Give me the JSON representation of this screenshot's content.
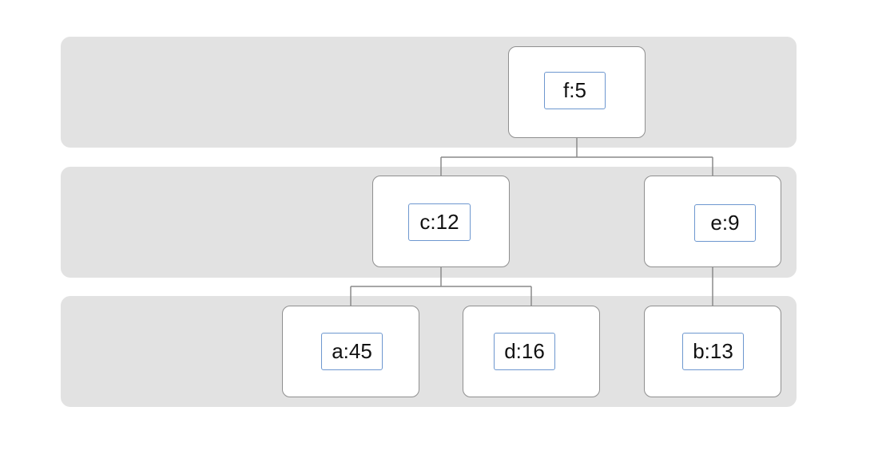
{
  "tree": {
    "root": {
      "label": "f:5"
    },
    "level1": [
      {
        "label": "c:12"
      },
      {
        "label": "e:9"
      }
    ],
    "level2": [
      {
        "label": "a:45"
      },
      {
        "label": "d:16"
      },
      {
        "label": "b:13"
      }
    ]
  },
  "colors": {
    "band": "#e2e2e2",
    "node_border": "#8f8f8f",
    "label_border": "#6d97cf",
    "connector": "#8a8a8a"
  }
}
